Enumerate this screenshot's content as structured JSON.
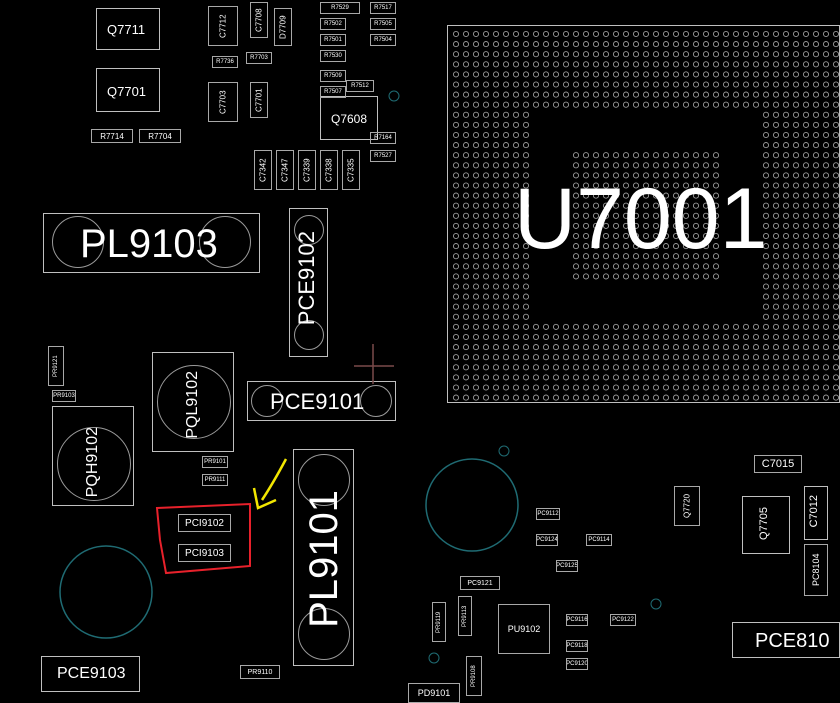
{
  "components": {
    "u7001": "U7001",
    "pl9103": "PL9103",
    "pl9101": "PL9101",
    "pce9102": "PCE9102",
    "pce9101": "PCE9101",
    "pql9102": "PQL9102",
    "pqh9102": "PQH9102",
    "pce9103": "PCE9103",
    "pce810": "PCE810",
    "pci9102": "PCI9102",
    "pci9103": "PCI9103",
    "q7711": "Q7711",
    "q7701": "Q7701",
    "q7608": "Q7608",
    "q7705": "Q7705",
    "c7015": "C7015",
    "c7012": "C7012",
    "r7714": "R7714",
    "r7704": "R7704",
    "pr9110": "PR9110",
    "pd9101": "PD9101",
    "pu9102": "PU9102",
    "pc9121": "PC9121",
    "pc8104": "PC8104",
    "q7720": "Q7720",
    "c7712": "C7712",
    "c7703": "C7703",
    "c7701": "C7701",
    "c7708": "C7708",
    "d7709": "D7709",
    "c7342": "C7342",
    "c7347": "C7347",
    "c7339": "C7339",
    "c7338": "C7338",
    "c7335": "C7335"
  },
  "small_parts": [
    "R7529",
    "R7517",
    "R7502",
    "R7505",
    "R7501",
    "R7504",
    "R7530",
    "R7509",
    "R7507",
    "R7512",
    "R7164",
    "R7527",
    "R7736",
    "R7703",
    "PR9121",
    "PR9103",
    "PR9101",
    "PR9111",
    "PC9114",
    "PC9112",
    "PC9124",
    "PC9125",
    "PR9108",
    "PR9113",
    "PR9119",
    "PC9116",
    "PC9118",
    "PC9120",
    "PC9122"
  ],
  "colors": {
    "background": "#000000",
    "outline": "#bfbfbf",
    "label": "#ffffff",
    "highlight_box": "#e8212b",
    "arrow": "#f2e600",
    "mounting_ring": "#1f6b73"
  }
}
